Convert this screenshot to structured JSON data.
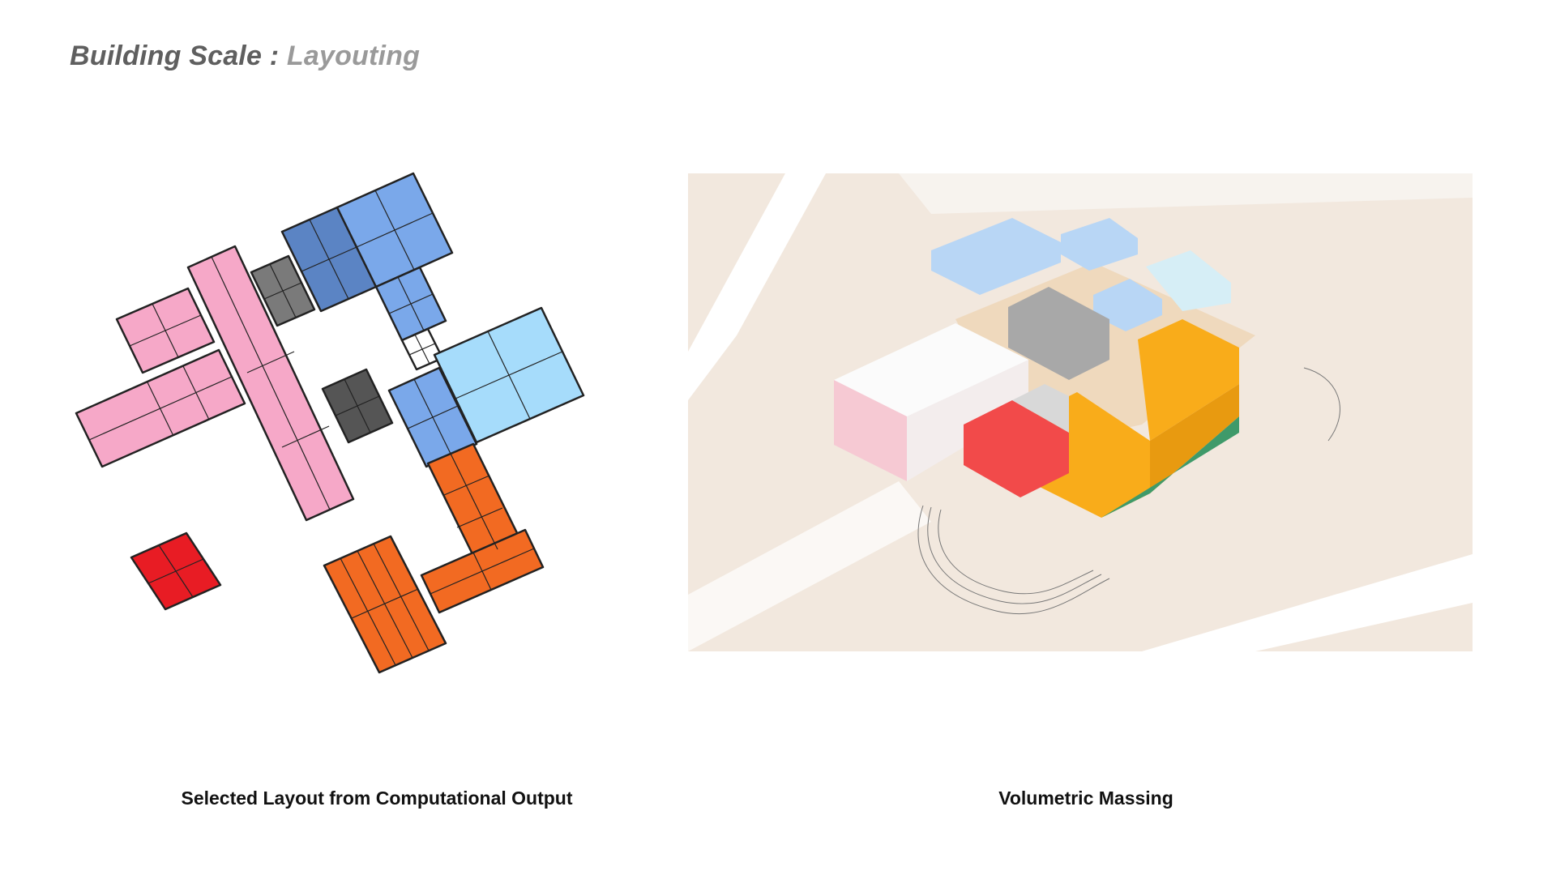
{
  "title": {
    "main": "Building Scale :",
    "sub": "Layouting"
  },
  "captions": {
    "left": "Selected Layout from Computational Output",
    "right": "Volumetric Massing"
  },
  "colors": {
    "pink": "#f6a8c8",
    "dark_blue": "#5b84c4",
    "mid_blue": "#7aa8ea",
    "light_blue": "#a6dcfb",
    "grey": "#7a7a7a",
    "dark_grey": "#5a5a5a",
    "orange": "#f26a22",
    "red": "#e81c24",
    "mass_yellow": "#f9ac1a",
    "mass_red": "#f24a4a",
    "mass_white": "#f7f7f7",
    "mass_blue": "#b8d6f5",
    "mass_grey": "#a8a8a8",
    "mass_green": "#3f9a6a",
    "site": "#f2e8de"
  }
}
